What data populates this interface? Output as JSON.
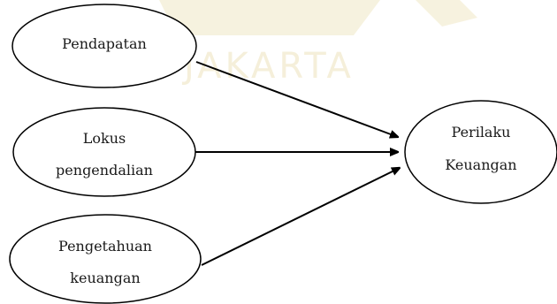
{
  "watermark": {
    "text": "JAKARTA",
    "color": "#f1e9c7"
  },
  "nodes": {
    "pendapatan": {
      "lines": [
        "Pendapatan"
      ]
    },
    "lokus": {
      "lines": [
        "Lokus",
        "pengendalian"
      ]
    },
    "pengetahuan": {
      "lines": [
        "Pengetahuan",
        "keuangan"
      ]
    },
    "perilaku": {
      "lines": [
        "Perilaku",
        "Keuangan"
      ]
    }
  },
  "edges": [
    {
      "from": "Pendapatan",
      "to": "Perilaku Keuangan"
    },
    {
      "from": "Lokus pengendalian",
      "to": "Perilaku Keuangan"
    },
    {
      "from": "Pengetahuan keuangan",
      "to": "Perilaku Keuangan"
    }
  ],
  "colors": {
    "stroke": "#000000",
    "fill": "#ffffff"
  }
}
